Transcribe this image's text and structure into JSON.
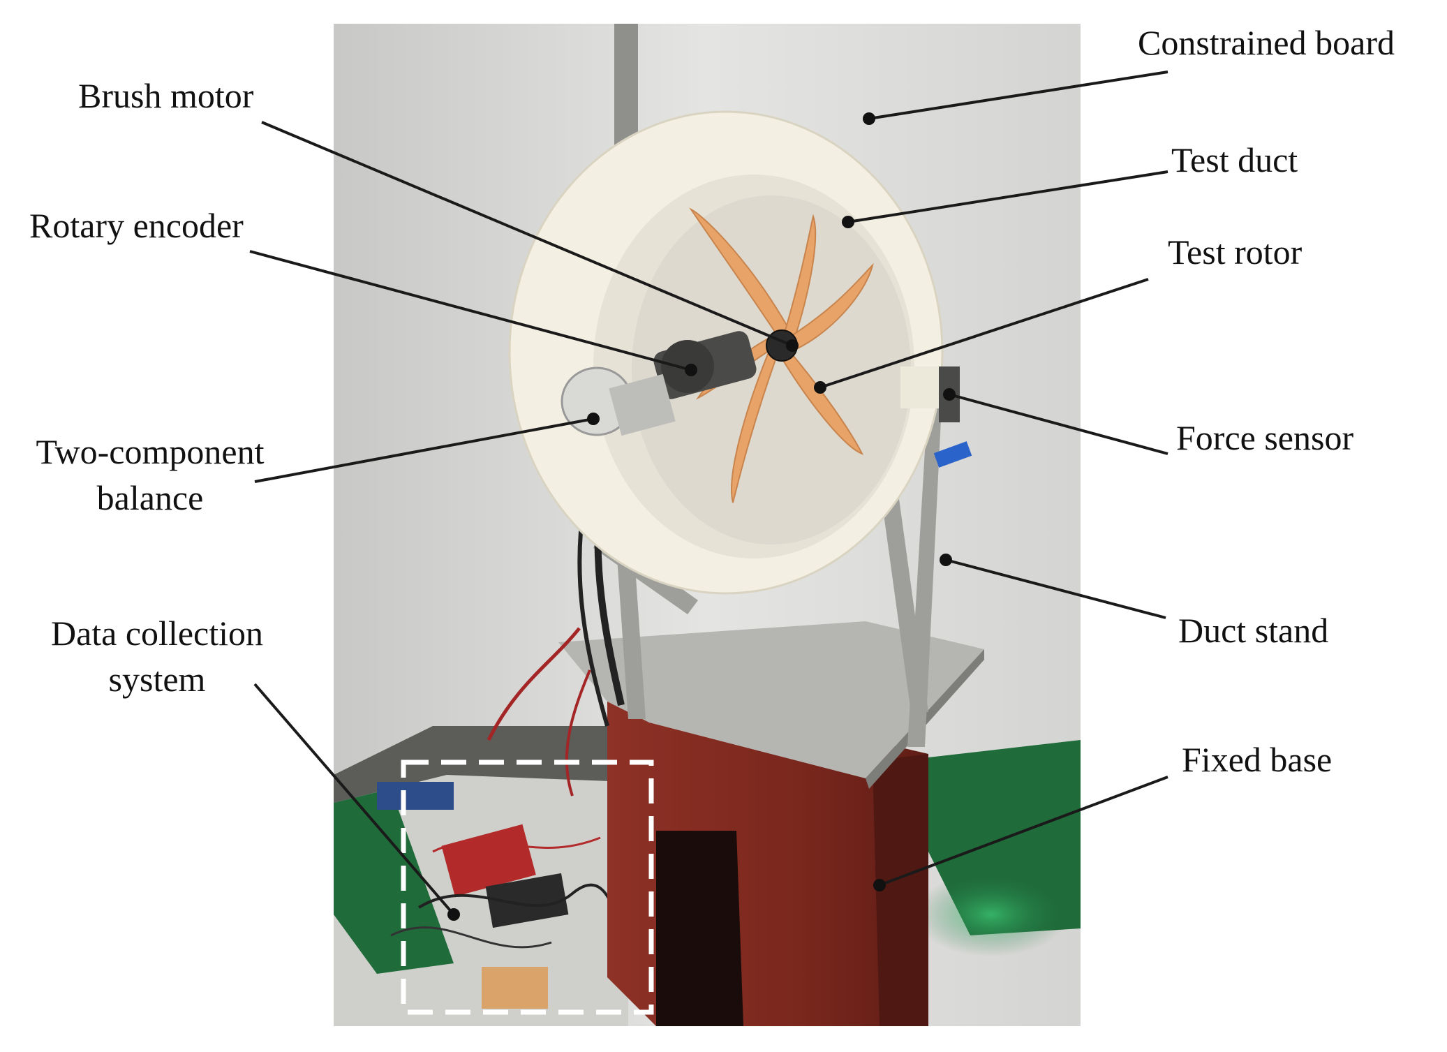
{
  "labels": {
    "constrained_board": "Constrained board",
    "brush_motor": "Brush motor",
    "test_duct": "Test duct",
    "rotary_encoder": "Rotary encoder",
    "test_rotor": "Test rotor",
    "two_component_balance_line1": "Two-component",
    "two_component_balance_line2": "balance",
    "force_sensor": "Force sensor",
    "data_collection_system_line1": "Data collection",
    "data_collection_system_line2": "system",
    "duct_stand": "Duct stand",
    "fixed_base": "Fixed base"
  },
  "colors": {
    "wall": "#dcdcdc",
    "duct": "#f3efe2",
    "rotor": "#e8a468",
    "base": "#7e2a20",
    "mat": "#1f6b3a",
    "metal": "#a9a9a9",
    "leader_line": "#1a1a1a"
  }
}
